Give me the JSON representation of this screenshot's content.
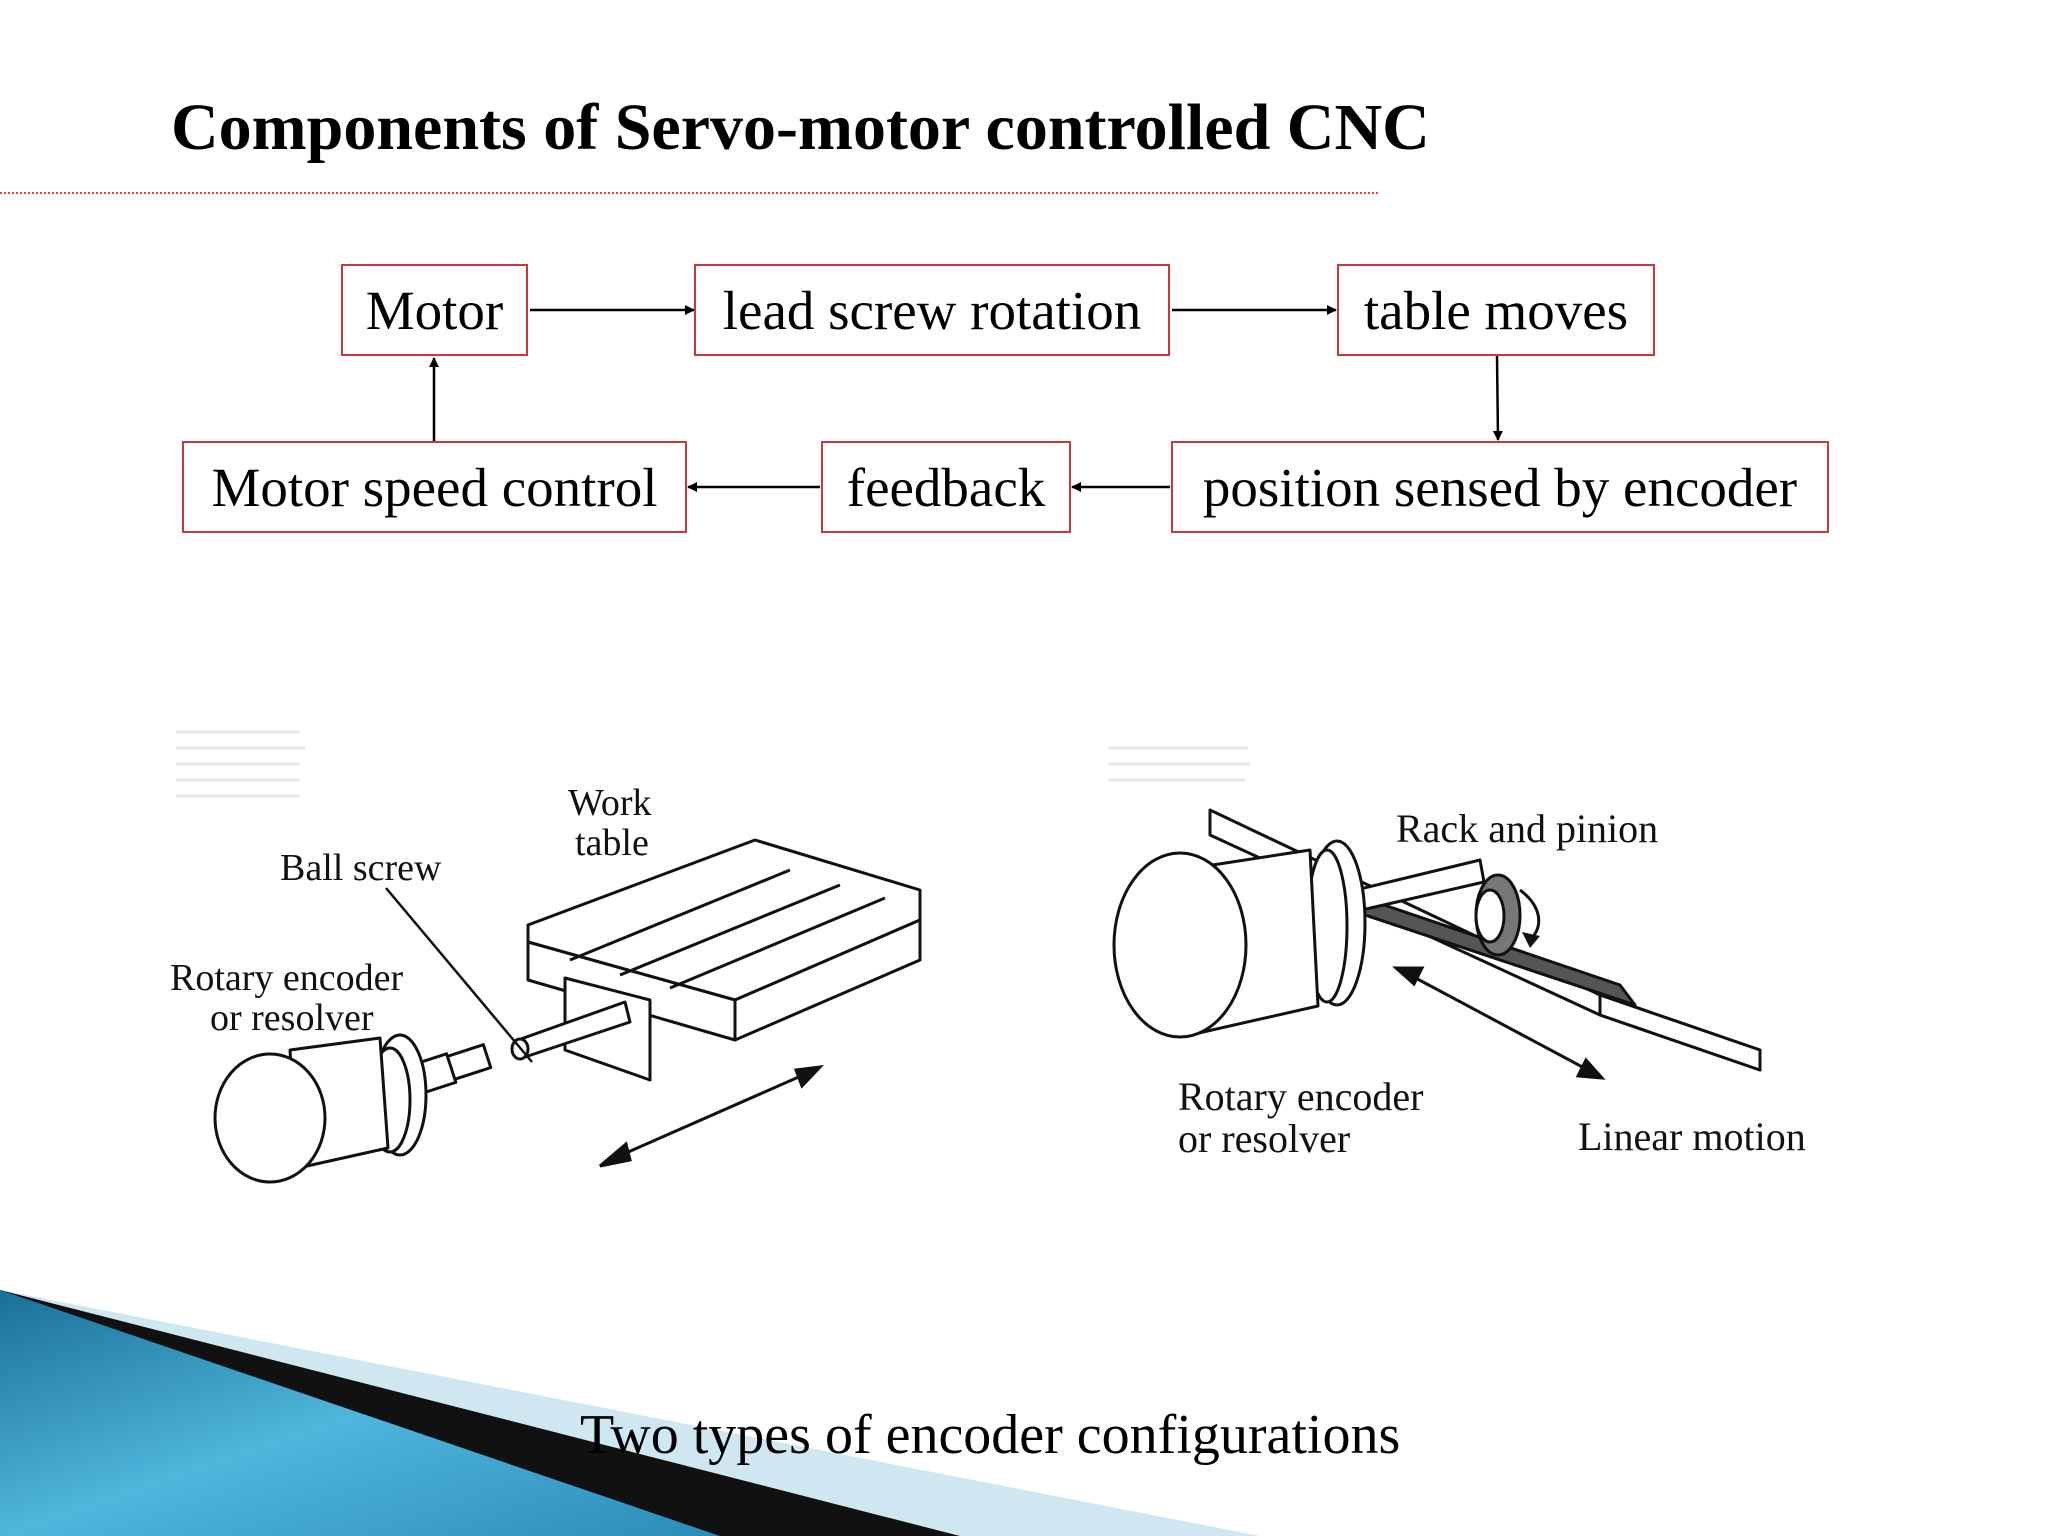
{
  "slide": {
    "title": "Components of Servo-motor controlled CNC",
    "caption": "Two types of encoder configurations"
  },
  "flowchart": {
    "nodes": {
      "motor": "Motor",
      "lead_screw": "lead screw rotation",
      "table_moves": "table moves",
      "position_sensed": "position sensed by encoder",
      "feedback": "feedback",
      "speed_control": "Motor speed control"
    }
  },
  "illustrations": {
    "ball_screw": {
      "work_table_label_line1": "Work",
      "work_table_label_line2": "table",
      "ball_screw_label": "Ball screw",
      "encoder_label_line1": "Rotary encoder",
      "encoder_label_line2": "or resolver"
    },
    "rack_pinion": {
      "rack_label": "Rack and pinion",
      "encoder_label_line1": "Rotary encoder",
      "encoder_label_line2": "or resolver",
      "motion_label": "Linear motion"
    }
  },
  "colors": {
    "box_border": "#c83a3a",
    "rule": "#d34a4a",
    "accent_blue": "#3aa0c8"
  }
}
